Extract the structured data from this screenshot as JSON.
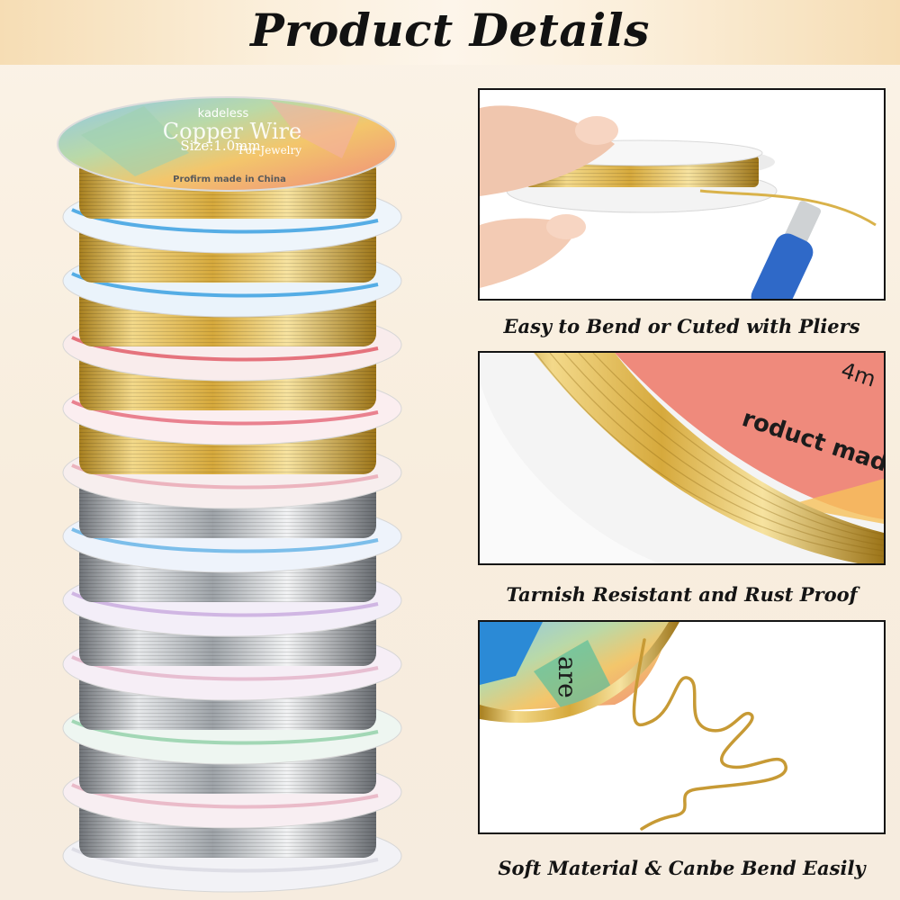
{
  "header": {
    "title": "Product Details"
  },
  "spool_label": {
    "brand": "kadeless",
    "product": "Copper Wire",
    "use": "For Jewelry",
    "size": "Size:1.0mm",
    "origin": "Profirm made in China"
  },
  "features": [
    {
      "caption": "Easy to Bend or Cuted with Pliers"
    },
    {
      "caption": "Tarnish Resistant and Rust Proof",
      "label_text": "roduct made in t",
      "label_corner": "4m"
    },
    {
      "caption": "Soft Material & Canbe Bend Easily",
      "label_text": "are"
    }
  ],
  "colors": {
    "gold": "#d9b24a",
    "silver": "#b7bbbf",
    "label_red": "#ef8a7c"
  }
}
